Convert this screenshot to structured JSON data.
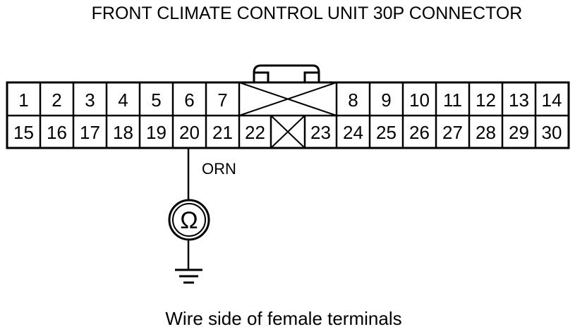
{
  "title": "FRONT CLIMATE CONTROL UNIT 30P CONNECTOR",
  "caption": "Wire side of female terminals",
  "wire": {
    "pin": "20",
    "color_code": "ORN"
  },
  "meter": {
    "symbol": "Ω"
  },
  "connector": {
    "top_row": [
      {
        "pin": "1"
      },
      {
        "pin": "2"
      },
      {
        "pin": "3"
      },
      {
        "pin": "4"
      },
      {
        "pin": "5"
      },
      {
        "pin": "6"
      },
      {
        "pin": "7"
      },
      {
        "pin": ""
      },
      {
        "pin": "8"
      },
      {
        "pin": "9"
      },
      {
        "pin": "10"
      },
      {
        "pin": "11"
      },
      {
        "pin": "12"
      },
      {
        "pin": "13"
      },
      {
        "pin": "14"
      }
    ],
    "bottom_row": [
      {
        "pin": "15"
      },
      {
        "pin": "16"
      },
      {
        "pin": "17"
      },
      {
        "pin": "18"
      },
      {
        "pin": "19"
      },
      {
        "pin": "20"
      },
      {
        "pin": "21"
      },
      {
        "pin": "22"
      },
      {
        "pin": ""
      },
      {
        "pin": "23"
      },
      {
        "pin": "24"
      },
      {
        "pin": "25"
      },
      {
        "pin": "26"
      },
      {
        "pin": "27"
      },
      {
        "pin": "28"
      },
      {
        "pin": "29"
      },
      {
        "pin": "30"
      }
    ]
  }
}
